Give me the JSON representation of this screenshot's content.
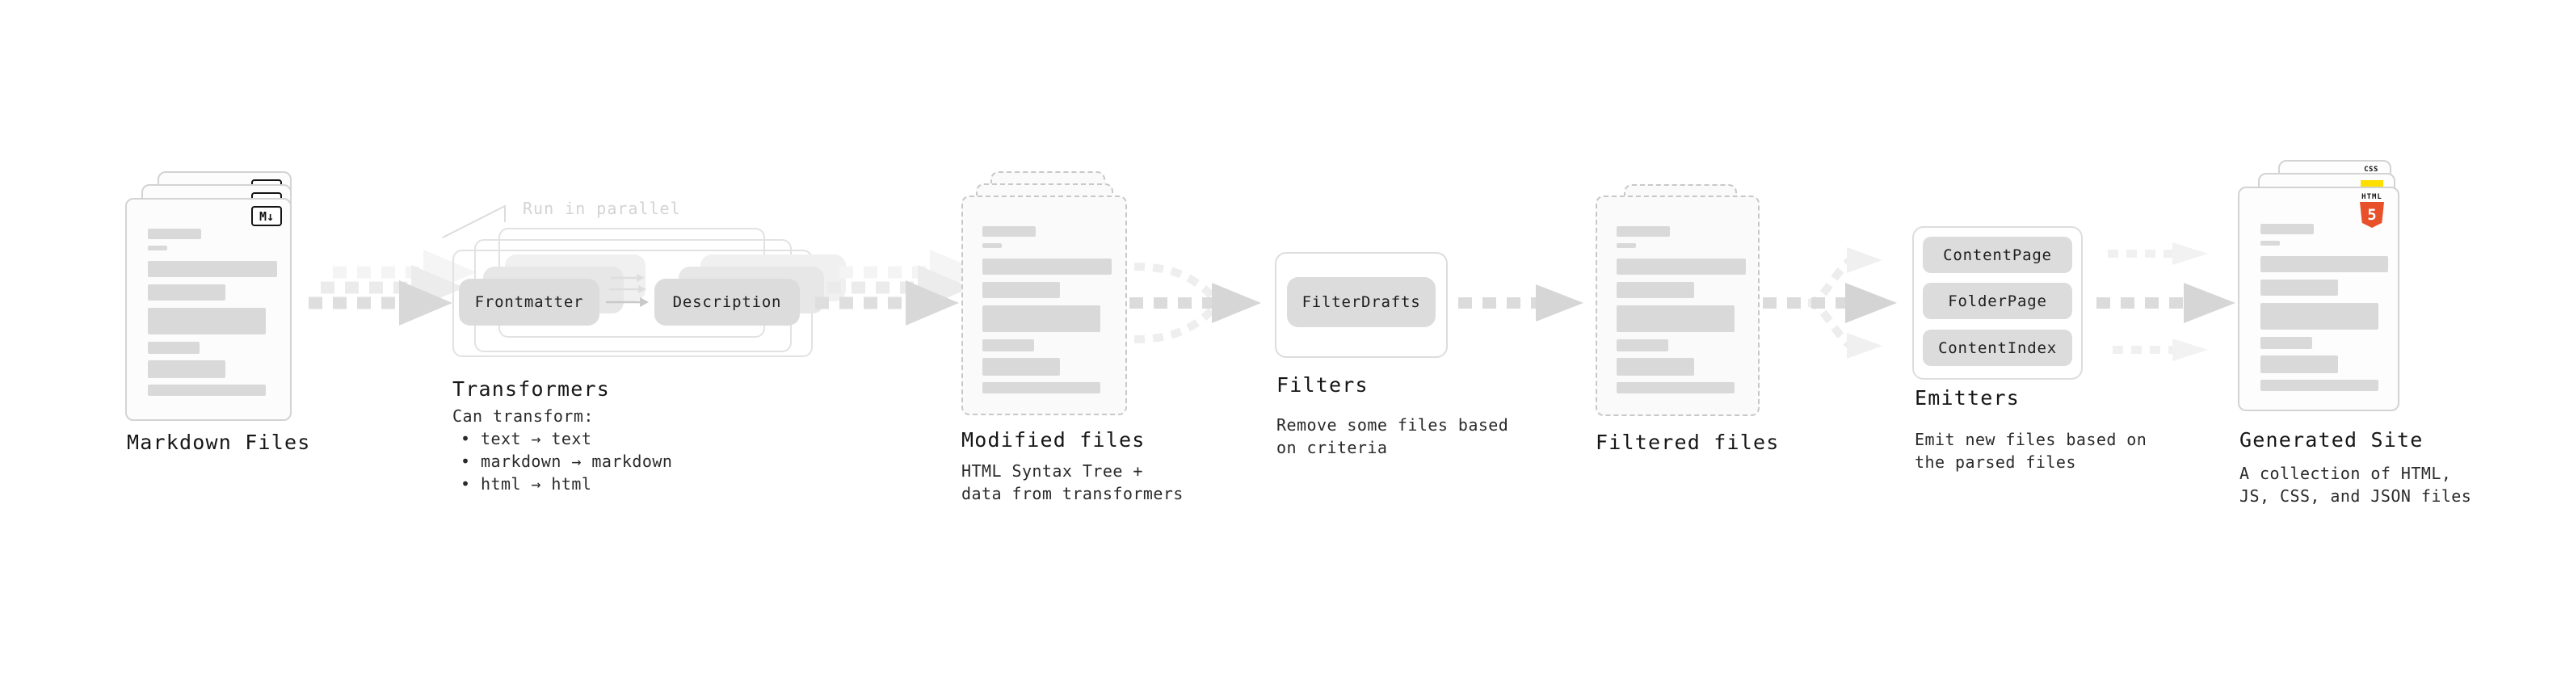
{
  "pipeline": {
    "markdown": {
      "label": "Markdown Files",
      "badge": "M↓"
    },
    "transformers": {
      "annotation": "Run in parallel",
      "pill_left": "Frontmatter",
      "pill_right": "Description",
      "label": "Transformers",
      "caption": "Can transform:",
      "bullets": [
        "• text → text",
        "• markdown → markdown",
        "• html → html"
      ]
    },
    "modified": {
      "label": "Modified files",
      "caption_line1": "HTML Syntax Tree +",
      "caption_line2": "data from transformers"
    },
    "filters": {
      "pill": "FilterDrafts",
      "label": "Filters",
      "caption_line1": "Remove some files based",
      "caption_line2": "on criteria"
    },
    "filtered": {
      "label": "Filtered files"
    },
    "emitters": {
      "pills": [
        "ContentPage",
        "FolderPage",
        "ContentIndex"
      ],
      "label": "Emitters",
      "caption_line1": "Emit new files based on",
      "caption_line2": "the parsed files"
    },
    "generated": {
      "label": "Generated Site",
      "caption_line1": "A collection of HTML,",
      "caption_line2": "JS, CSS, and JSON files",
      "badge_css": "CSS",
      "badge_html_text": "HTML",
      "badge_html_number": "5"
    }
  },
  "colors": {
    "html5_orange": "#e8502a",
    "js_yellow": "#ffdf00",
    "css_blue": "#2b6bf3",
    "arrow_gray": "#d8d8d8",
    "bar_gray": "#d9d9d9"
  }
}
